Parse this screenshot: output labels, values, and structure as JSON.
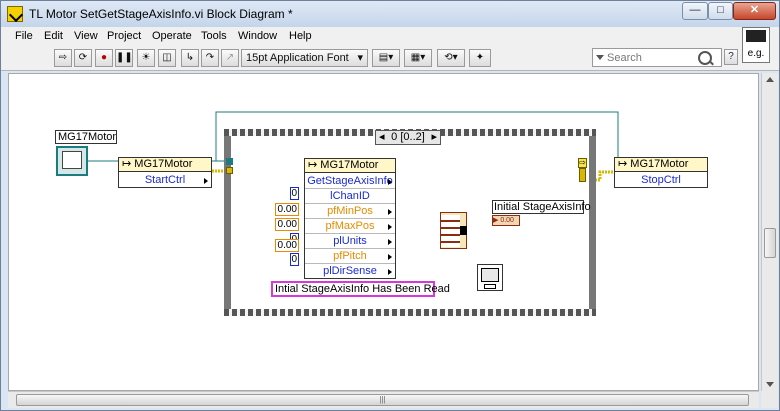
{
  "window": {
    "title": "TL Motor SetGetStageAxisInfo.vi Block Diagram *"
  },
  "window_controls": {
    "minimize": "—",
    "maximize": "□",
    "close": "✕"
  },
  "menu": [
    "File",
    "Edit",
    "View",
    "Project",
    "Operate",
    "Tools",
    "Window",
    "Help"
  ],
  "toolbar": {
    "font_select": "15pt Application Font",
    "search_placeholder": "Search",
    "help": "?"
  },
  "context_help": {
    "label": "e.g."
  },
  "diagram": {
    "control_label": "MG17Motor",
    "start_node": {
      "class": "MG17Motor",
      "method": "StartCtrl"
    },
    "get_node": {
      "class": "MG17Motor",
      "method": "GetStageAxisInfo",
      "params": [
        "lChanID",
        "pfMinPos",
        "pfMaxPos",
        "plUnits",
        "pfPitch",
        "plDirSense"
      ]
    },
    "stop_node": {
      "class": "MG17Motor",
      "method": "StopCtrl"
    },
    "sequence_selector": "0 [0..2]",
    "constants": {
      "chan": "0",
      "min": "0.00",
      "max": "0.00",
      "units": "0",
      "pitch": "0.00",
      "dirsense": "0"
    },
    "indicator_label": "Initial StageAxisInfo",
    "indicator_terminal": "▶ 0.00",
    "message": "Intial StageAxisInfo Has Been Read"
  },
  "colors": {
    "error_wire": "#d8b800",
    "refnum_wire": "#1c7b80",
    "float_wire": "#e88b00",
    "int_wire": "#1a2ad1",
    "string_wire": "#d63ad6",
    "cluster_wire": "#8b2c0e"
  }
}
